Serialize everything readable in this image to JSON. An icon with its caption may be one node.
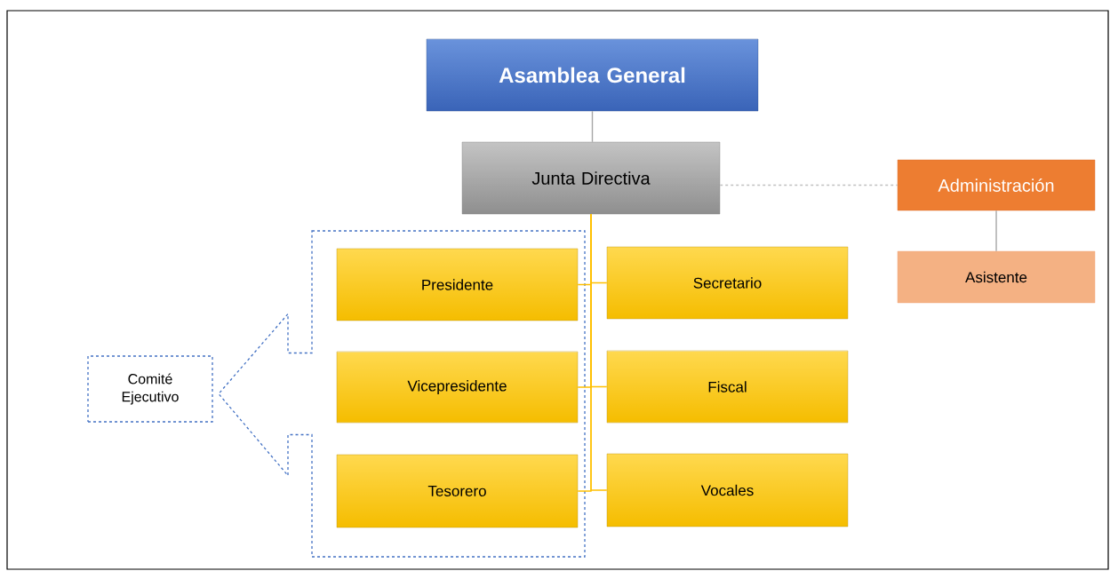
{
  "diagram": {
    "nodes": [
      {
        "text": [
          "Asamblea General"
        ]
      },
      {
        "text": [
          "Junta Directiva"
        ]
      },
      {
        "text": [
          "Administración"
        ]
      },
      {
        "text": [
          "Asistente"
        ]
      },
      {
        "text": [
          "Comité Ejecutivo"
        ]
      },
      {
        "text": [],
        "shape": "arrow"
      },
      {
        "text": [
          "Presidente"
        ],
        "in": 5
      },
      {
        "text": [
          "Secretario"
        ]
      },
      {
        "text": [
          "Vicepresidente"
        ],
        "in": 5
      },
      {
        "text": [
          "Fiscal"
        ]
      },
      {
        "text": [
          "Tesorero"
        ],
        "in": 5
      },
      {
        "text": [
          "Vocales"
        ]
      }
    ],
    "edges": [
      {
        "from": 0,
        "to": 1,
        "arrow": "none",
        "color": "#a6a6a6"
      },
      {
        "from": 1,
        "to": 2,
        "arrow": "none",
        "style": "dashed",
        "color": "#c0c0c0"
      },
      {
        "from": 2,
        "to": 3,
        "arrow": "none",
        "color": "#a6a6a6"
      },
      {
        "from": 1,
        "to": 6,
        "arrow": "none"
      },
      {
        "from": 1,
        "to": 7,
        "arrow": "none"
      },
      {
        "from": 1,
        "to": 8,
        "arrow": "none"
      },
      {
        "from": 1,
        "to": 9,
        "arrow": "none"
      },
      {
        "from": 1,
        "to": 10,
        "arrow": "none"
      },
      {
        "from": 1,
        "to": 11,
        "arrow": "none"
      }
    ]
  }
}
